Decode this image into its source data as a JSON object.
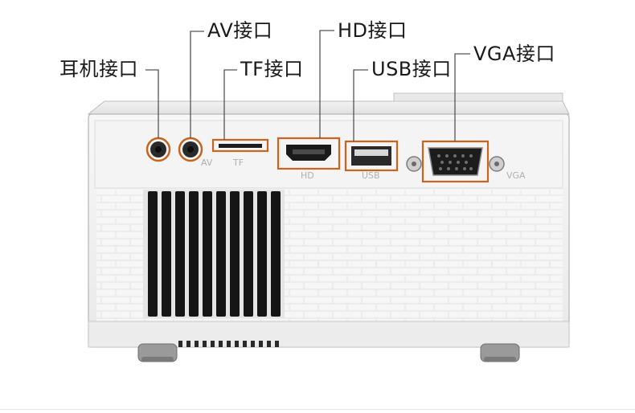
{
  "callouts": {
    "av": "AV接口",
    "hd": "HD接口",
    "vga": "VGA接口",
    "earphone": "耳机接口",
    "tf": "TF接口",
    "usb": "USB接口"
  },
  "panel_labels": {
    "av": "AV",
    "tf": "TF",
    "hd": "HD",
    "usb": "USB",
    "vga": "VGA"
  },
  "colors": {
    "accent": "#c8641e",
    "leader": "#555555"
  }
}
